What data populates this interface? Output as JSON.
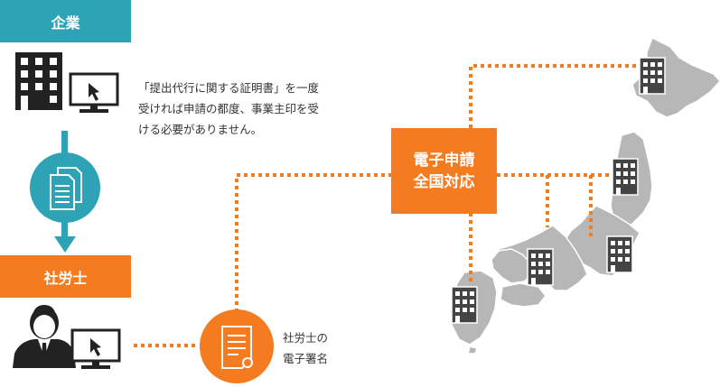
{
  "colors": {
    "teal": "#2ea3b6",
    "orange": "#f47b20",
    "dark": "#222222",
    "map_gray": "#b5b5b5"
  },
  "labels": {
    "company": "企業",
    "sharoshi": "社労士",
    "center_line1": "電子申請",
    "center_line2": "全国対応"
  },
  "notes": {
    "company_note_line1": "「提出代行に関する証明書」を一度",
    "company_note_line2": "受ければ申請の都度、事業主印を受",
    "company_note_line3": "ける必要がありません。",
    "signature_line1": "社労士の",
    "signature_line2": "電子署名"
  },
  "icons": [
    "company-building-icon",
    "company-monitor-icon",
    "documents-icon",
    "down-arrow-icon",
    "person-icon",
    "sharoshi-monitor-icon",
    "certificate-icon",
    "japan-map",
    "office-building-icon"
  ]
}
